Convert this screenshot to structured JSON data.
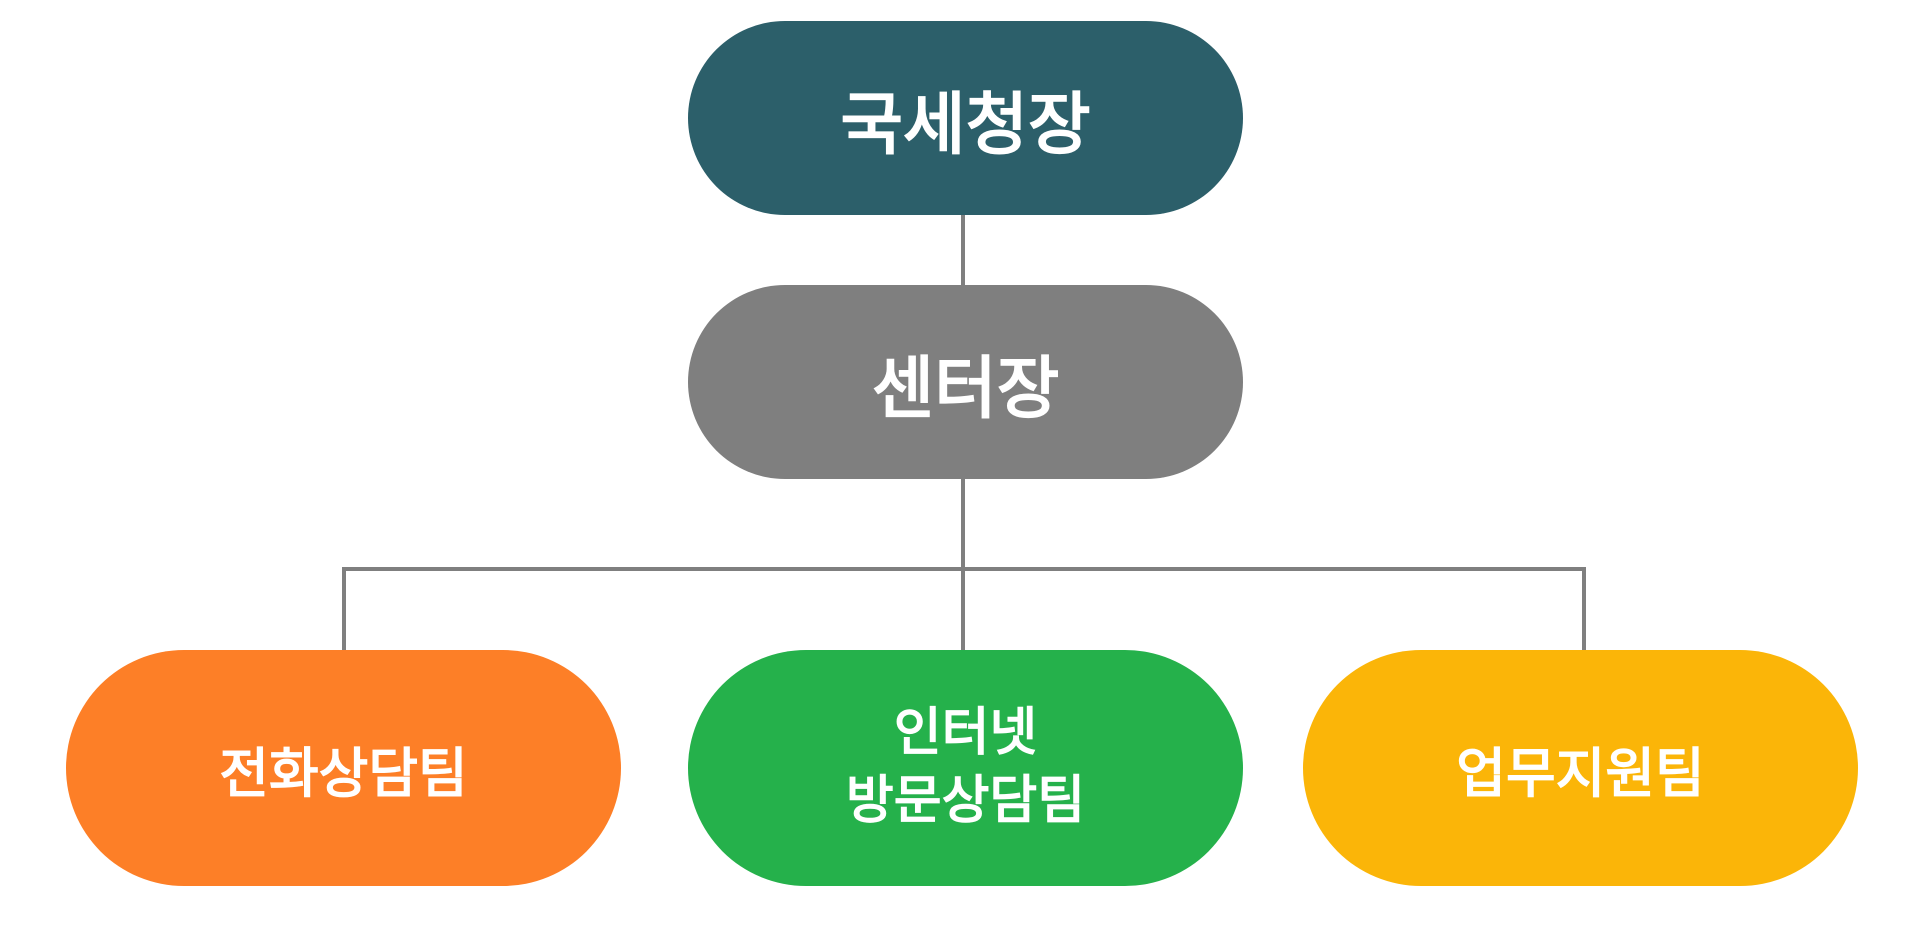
{
  "diagram": {
    "nodes": {
      "commissioner": {
        "label": "국세청장",
        "color": "#2c5f6a"
      },
      "center_head": {
        "label": "센터장",
        "color": "#7f7f7f"
      },
      "phone_team": {
        "label": "전화상담팀",
        "color": "#fd7f27"
      },
      "internet_team": {
        "line1": "인터넷",
        "line2": "방문상담팀",
        "color": "#25b14b"
      },
      "support_team": {
        "label": "업무지원팀",
        "color": "#fbb508"
      }
    },
    "connector_color": "#7f7f7f",
    "edges": [
      [
        "commissioner",
        "center_head"
      ],
      [
        "center_head",
        "phone_team"
      ],
      [
        "center_head",
        "internet_team"
      ],
      [
        "center_head",
        "support_team"
      ]
    ]
  }
}
